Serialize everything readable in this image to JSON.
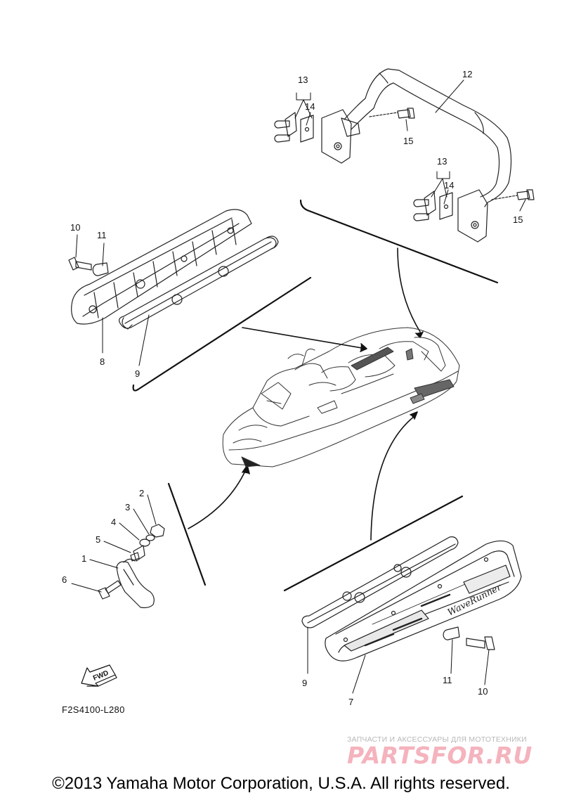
{
  "diagram": {
    "callouts": {
      "p1": "1",
      "p2": "2",
      "p3": "3",
      "p4": "4",
      "p5": "5",
      "p6": "6",
      "p7": "7",
      "p8": "8",
      "p9_left": "9",
      "p9_right": "9",
      "p10_left": "10",
      "p10_right": "10",
      "p11_left": "11",
      "p11_right": "11",
      "p12": "12",
      "p13_top": "13",
      "p13_bottom": "13",
      "p14_top": "14",
      "p14_bottom": "14",
      "p15_top": "15",
      "p15_bottom": "15"
    },
    "fwd_label": "FWD",
    "decal_text": "WaveRunner",
    "diagram_code": "F2S4100-L280"
  },
  "watermark": {
    "subtitle": "ЗАПЧАСТИ И АКСЕССУАРЫ ДЛЯ МОТОТЕХНИКИ",
    "logo": "PARTSFOR.RU"
  },
  "footer": {
    "copyright": "©2013 Yamaha Motor Corporation, U.S.A. All rights reserved."
  }
}
